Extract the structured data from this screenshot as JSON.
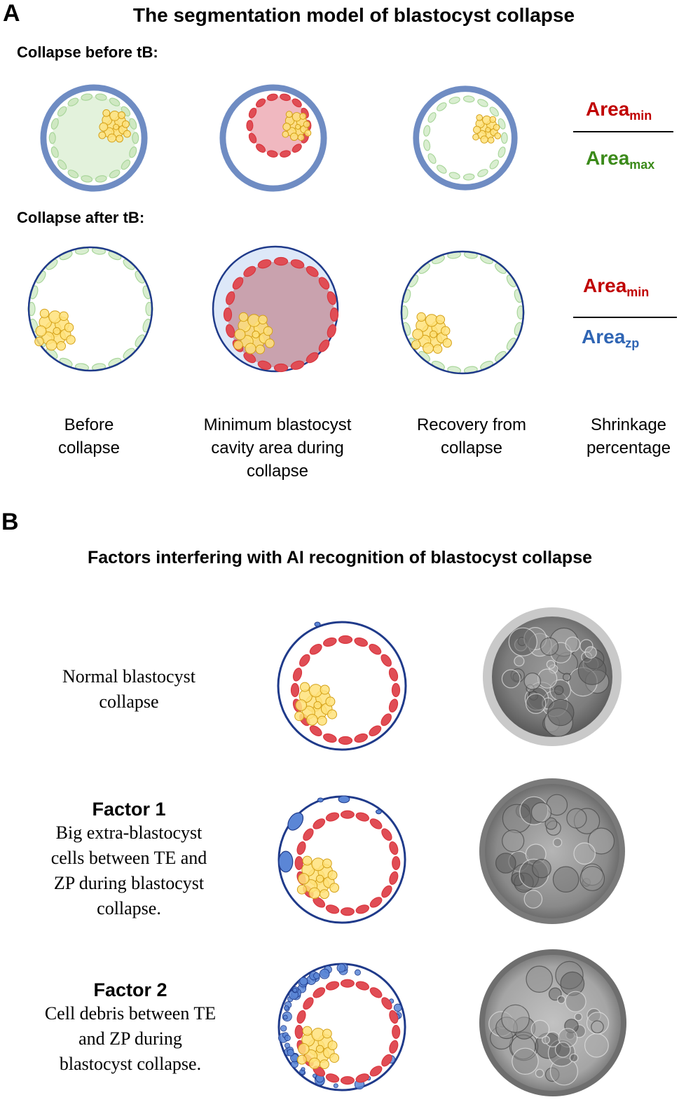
{
  "panel_a": {
    "letter": "A",
    "title": "The segmentation model of blastocyst collapse",
    "row1_label": "Collapse before tB:",
    "row2_label": "Collapse after tB:",
    "ratio1": {
      "num_base": "Area",
      "num_sub": "min",
      "den_base": "Area",
      "den_sub": "max"
    },
    "ratio2": {
      "num_base": "Area",
      "num_sub": "min",
      "den_base": "Area",
      "den_sub": "zp"
    },
    "captions": [
      "Before\ncollapse",
      "Minimum blastocyst\ncavity area during\ncollapse",
      "Recovery from\ncollapse",
      "Shrinkage\npercentage"
    ]
  },
  "panel_b": {
    "letter": "B",
    "title": "Factors interfering with AI recognition of blastocyst collapse",
    "rows": [
      {
        "heading": "",
        "text": "Normal blastocyst\ncollapse"
      },
      {
        "heading": "Factor 1",
        "text": "Big extra-blastocyst\ncells between TE and\nZP during blastocyst\ncollapse."
      },
      {
        "heading": "Factor 2",
        "text": "Cell debris between TE\nand ZP during\nblastocyst collapse."
      }
    ]
  },
  "colors": {
    "zona_blue": "#6f8cc3",
    "trophectoderm_green": "#a9d69b",
    "cavity_green": "#e3f2dc",
    "trophectoderm_red": "#d9363e",
    "cavity_red": "#e9aab3",
    "icm_yellow": "#ffe27a",
    "icm_outline": "#d4a017",
    "zp_dark_blue": "#1f3a8a",
    "debris_blue": "#5b86d6",
    "ratio_red": "#c00000",
    "ratio_green": "#3b8a1a",
    "ratio_blue": "#2f65b4"
  }
}
